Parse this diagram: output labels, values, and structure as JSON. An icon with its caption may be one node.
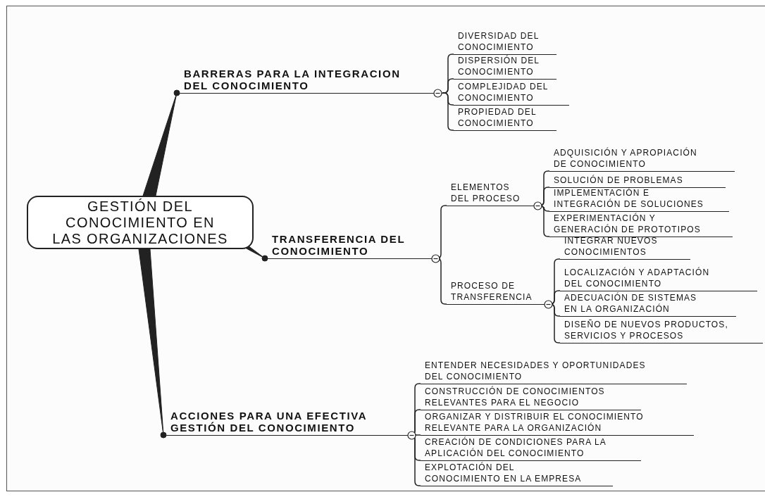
{
  "diagram": {
    "nodes": [
      {
        "text": [
          "GESTIÓN DEL CONOCIMIENTO EN LAS ORGANIZACIONES"
        ]
      },
      {
        "text": [
          "BARRERAS PARA LA INTEGRACION DEL CONOCIMIENTO"
        ]
      },
      {
        "text": [
          "DIVERSIDAD DEL CONOCIMIENTO"
        ]
      },
      {
        "text": [
          "DISPERSIÓN DEL CONOCIMIENTO"
        ]
      },
      {
        "text": [
          "COMPLEJIDAD DEL CONOCIMIENTO"
        ]
      },
      {
        "text": [
          "PROPIEDAD DEL CONOCIMIENTO"
        ]
      },
      {
        "text": [
          "TRANSFERENCIA DEL CONOCIMIENTO"
        ]
      },
      {
        "text": [
          "ELEMENTOS DEL PROCESO"
        ]
      },
      {
        "text": [
          "ADQUISICIÓN Y APROPIACIÓN DE CONOCIMIENTO"
        ]
      },
      {
        "text": [
          "SOLUCIÓN DE PROBLEMAS"
        ]
      },
      {
        "text": [
          "IMPLEMENTACIÓN E INTEGRACIÓN DE SOLUCIONES"
        ]
      },
      {
        "text": [
          "EXPERIMENTACIÓN Y GENERACIÓN DE PROTOTIPOS"
        ]
      },
      {
        "text": [
          "PROCESO DE TRANSFERENCIA"
        ]
      },
      {
        "text": [
          "INTEGRAR NUEVOS CONOCIMIENTOS"
        ]
      },
      {
        "text": [
          "LOCALIZACIÓN Y ADAPTACIÓN DEL CONOCIMIENTO"
        ]
      },
      {
        "text": [
          "ADECUACIÓN DE SISTEMAS EN LA ORGANIZACIÓN"
        ]
      },
      {
        "text": [
          "DISEÑO DE NUEVOS PRODUCTOS, SERVICIOS Y PROCESOS"
        ]
      },
      {
        "text": [
          "ACCIONES PARA UNA EFECTIVA GESTIÓN DEL CONOCIMIENTO"
        ]
      },
      {
        "text": [
          "ENTENDER NECESIDADES Y OPORTUNIDADES DEL CONOCIMIENTO"
        ]
      },
      {
        "text": [
          "CONSTRUCCIÓN DE CONOCIMIENTOS RELEVANTES PARA EL NEGOCIO"
        ]
      },
      {
        "text": [
          "ORGANIZAR Y DISTRIBUIR EL CONOCIMIENTO RELEVANTE PARA LA ORGANIZACIÓN"
        ]
      },
      {
        "text": [
          "CREACIÓN DE CONDICIONES PARA LA APLICACIÓN DEL CONOCIMIENTO"
        ]
      },
      {
        "text": [
          "EXPLOTACIÓN DEL CONOCIMIENTO EN LA EMPRESA"
        ]
      }
    ],
    "edges": [
      {
        "from": 0,
        "to": 1,
        "arrow": "none"
      },
      {
        "from": 0,
        "to": 6,
        "arrow": "none"
      },
      {
        "from": 0,
        "to": 17,
        "arrow": "none"
      },
      {
        "from": 1,
        "to": 2,
        "arrow": "none"
      },
      {
        "from": 1,
        "to": 3,
        "arrow": "none"
      },
      {
        "from": 1,
        "to": 4,
        "arrow": "none"
      },
      {
        "from": 1,
        "to": 5,
        "arrow": "none"
      },
      {
        "from": 6,
        "to": 7,
        "arrow": "none"
      },
      {
        "from": 6,
        "to": 12,
        "arrow": "none"
      },
      {
        "from": 7,
        "to": 8,
        "arrow": "none"
      },
      {
        "from": 7,
        "to": 9,
        "arrow": "none"
      },
      {
        "from": 7,
        "to": 10,
        "arrow": "none"
      },
      {
        "from": 7,
        "to": 11,
        "arrow": "none"
      },
      {
        "from": 12,
        "to": 13,
        "arrow": "none"
      },
      {
        "from": 12,
        "to": 14,
        "arrow": "none"
      },
      {
        "from": 12,
        "to": 15,
        "arrow": "none"
      },
      {
        "from": 12,
        "to": 16,
        "arrow": "none"
      },
      {
        "from": 17,
        "to": 18,
        "arrow": "none"
      },
      {
        "from": 17,
        "to": 19,
        "arrow": "none"
      },
      {
        "from": 17,
        "to": 20,
        "arrow": "none"
      },
      {
        "from": 17,
        "to": 21,
        "arrow": "none"
      },
      {
        "from": 17,
        "to": 22,
        "arrow": "none"
      }
    ]
  }
}
